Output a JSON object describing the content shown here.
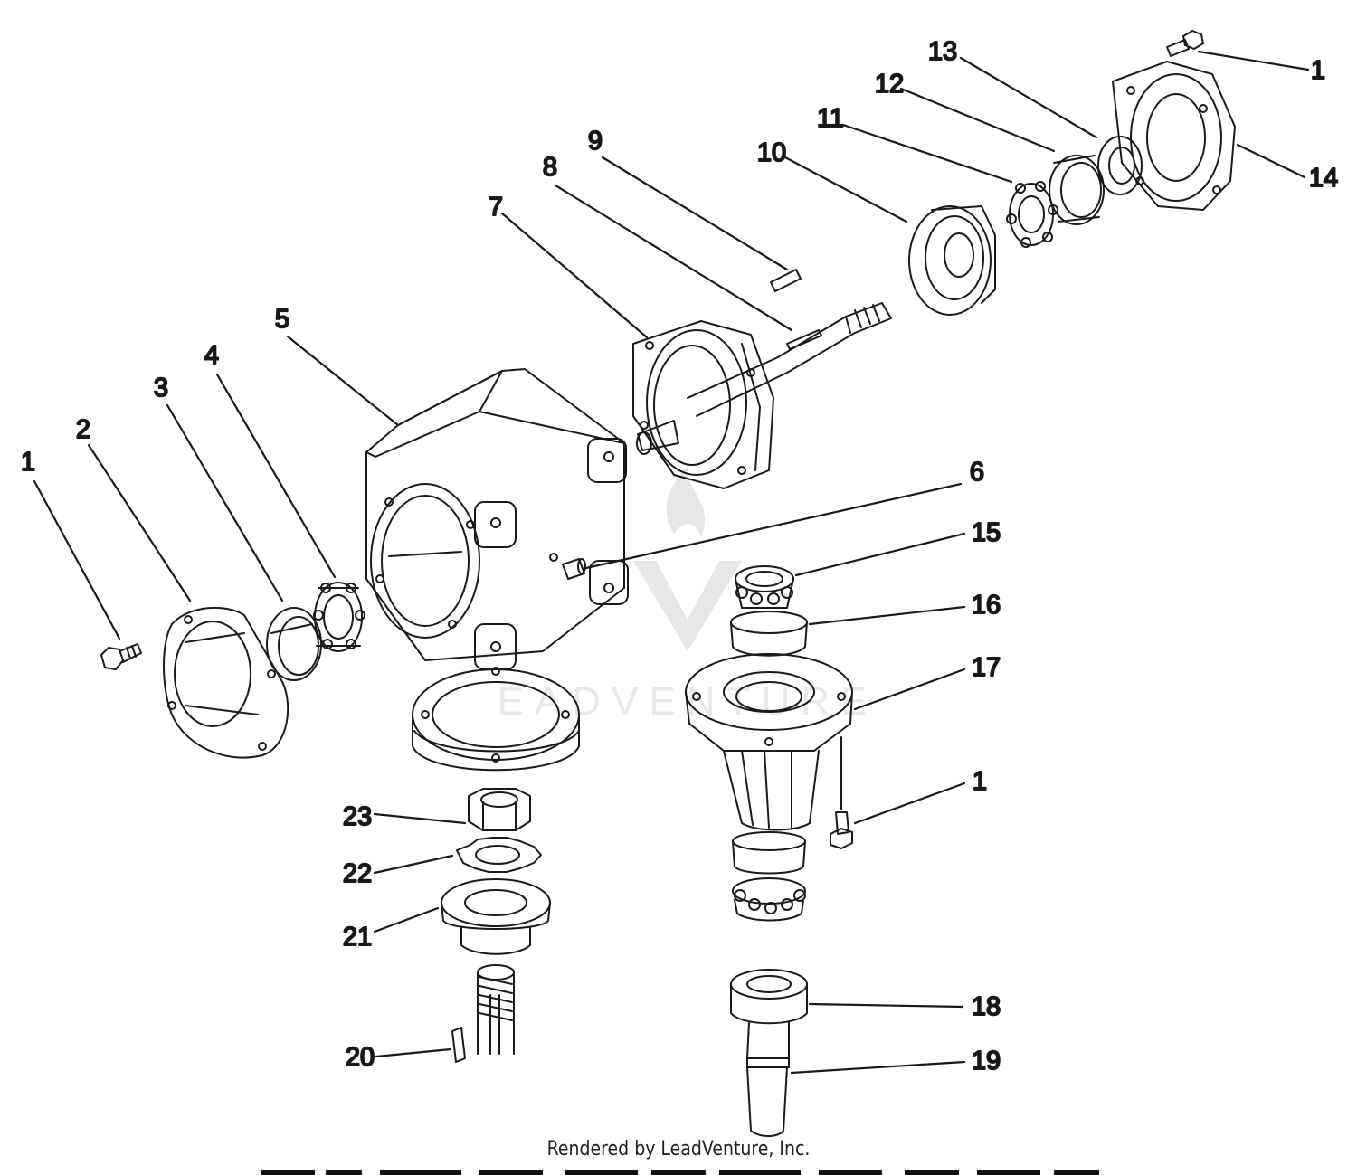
{
  "footer_text": "Rendered by LeadVenture, Inc.",
  "callouts": [
    {
      "id": "c1a",
      "text": "1"
    },
    {
      "id": "c2",
      "text": "2"
    },
    {
      "id": "c3",
      "text": "3"
    },
    {
      "id": "c4",
      "text": "4"
    },
    {
      "id": "c5",
      "text": "5"
    },
    {
      "id": "c6",
      "text": "6"
    },
    {
      "id": "c7",
      "text": "7"
    },
    {
      "id": "c8",
      "text": "8"
    },
    {
      "id": "c9",
      "text": "9"
    },
    {
      "id": "c10",
      "text": "10"
    },
    {
      "id": "c11",
      "text": "11"
    },
    {
      "id": "c12",
      "text": "12"
    },
    {
      "id": "c13",
      "text": "13"
    },
    {
      "id": "c1b",
      "text": "1"
    },
    {
      "id": "c14",
      "text": "14"
    },
    {
      "id": "c15",
      "text": "15"
    },
    {
      "id": "c16",
      "text": "16"
    },
    {
      "id": "c17",
      "text": "17"
    },
    {
      "id": "c1c",
      "text": "1"
    },
    {
      "id": "c18",
      "text": "18"
    },
    {
      "id": "c19",
      "text": "19"
    },
    {
      "id": "c20",
      "text": "20"
    },
    {
      "id": "c21",
      "text": "21"
    },
    {
      "id": "c22",
      "text": "22"
    },
    {
      "id": "c23",
      "text": "23"
    }
  ]
}
